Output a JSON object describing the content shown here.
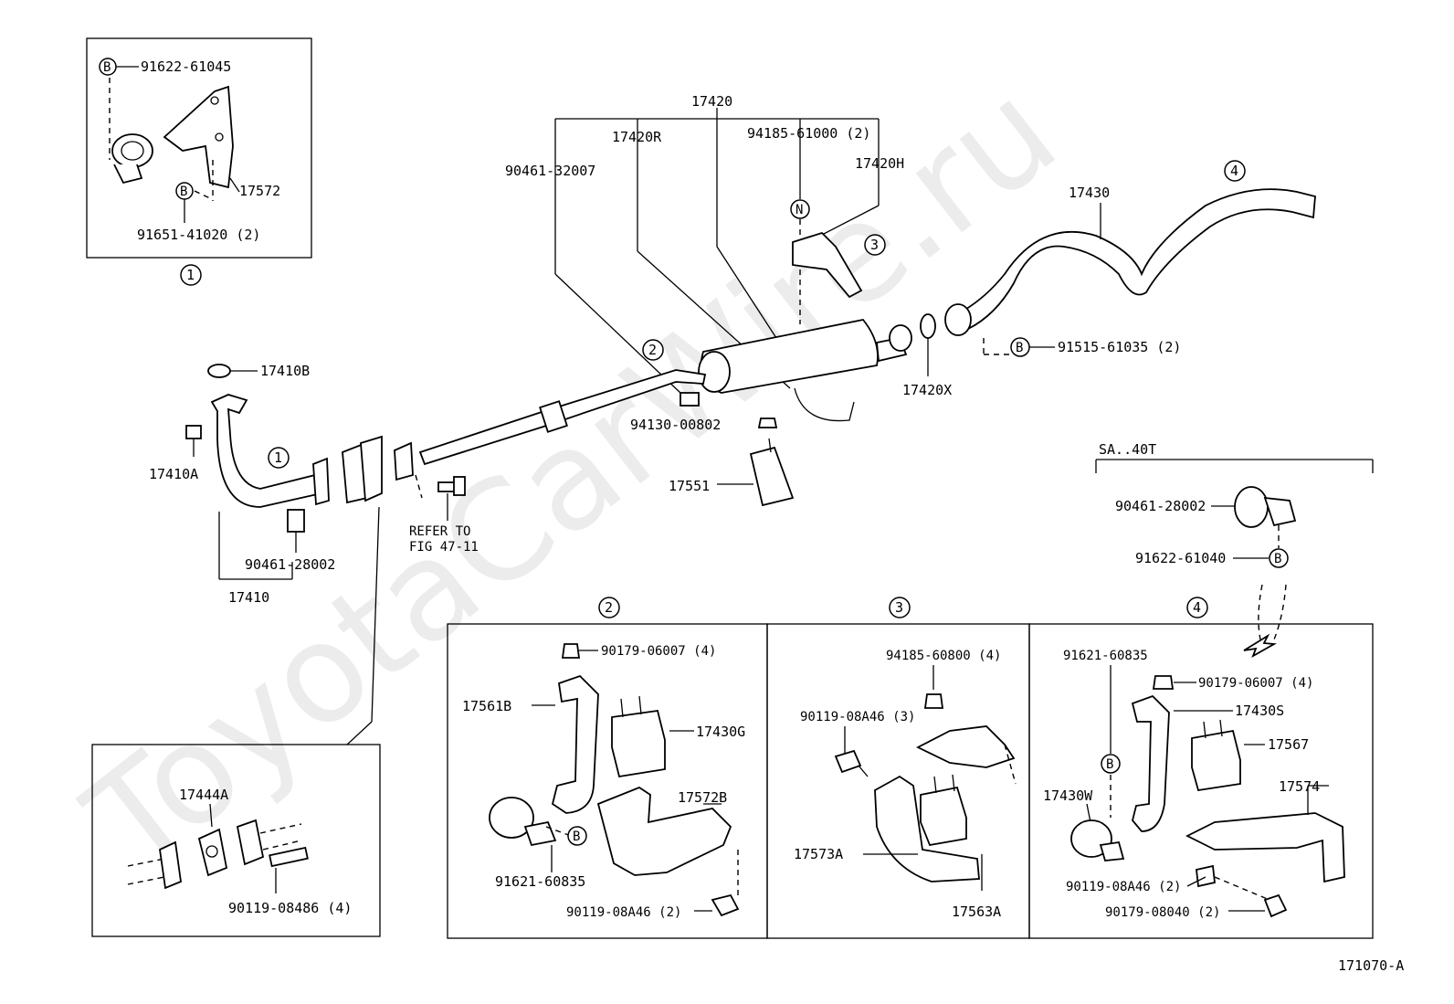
{
  "figure_id": "171070-A",
  "watermark": "ToyotaCarWire.ru",
  "callouts": {
    "c1": "1",
    "c2": "2",
    "c3": "3",
    "c4": "4"
  },
  "badges": {
    "b": "B",
    "n": "N"
  },
  "inset1": {
    "p1": "91622-61045",
    "p2": "17572",
    "p3": "91651-41020 (2)"
  },
  "main": {
    "p17420": "17420",
    "p17420R": "17420R",
    "p90461_32007": "90461-32007",
    "p94185_61000": "94185-61000 (2)",
    "p17420H": "17420H",
    "p17430": "17430",
    "p91515": "91515-61035 (2)",
    "p17420X": "17420X",
    "p94130": "94130-00802",
    "p17551": "17551",
    "p17410B": "17410B",
    "p17410A": "17410A",
    "p90461_28002": "90461-28002",
    "p17410": "17410",
    "refer_line1": "REFER TO",
    "refer_line2": "FIG 47-11"
  },
  "gasket_inset": {
    "p17444A": "17444A",
    "p90119_08486": "90119-08486 (4)"
  },
  "sa_group": {
    "title": "SA..40T",
    "p90461_28002": "90461-28002",
    "p91622_61040": "91622-61040"
  },
  "box2": {
    "p90179": "90179-06007 (4)",
    "p17561B": "17561B",
    "p17430G": "17430G",
    "p17572B": "17572B",
    "p91621": "91621-60835",
    "p90119": "90119-08A46 (2)"
  },
  "box3": {
    "p94185": "94185-60800 (4)",
    "p90119": "90119-08A46 (3)",
    "p17573A": "17573A",
    "p17563A": "17563A"
  },
  "box4": {
    "p91621": "91621-60835",
    "p90179_06007": "90179-06007 (4)",
    "p17430S": "17430S",
    "p17567": "17567",
    "p17430W": "17430W",
    "p17574": "17574",
    "p90119": "90119-08A46 (2)",
    "p90179_08040": "90179-08040 (2)"
  }
}
